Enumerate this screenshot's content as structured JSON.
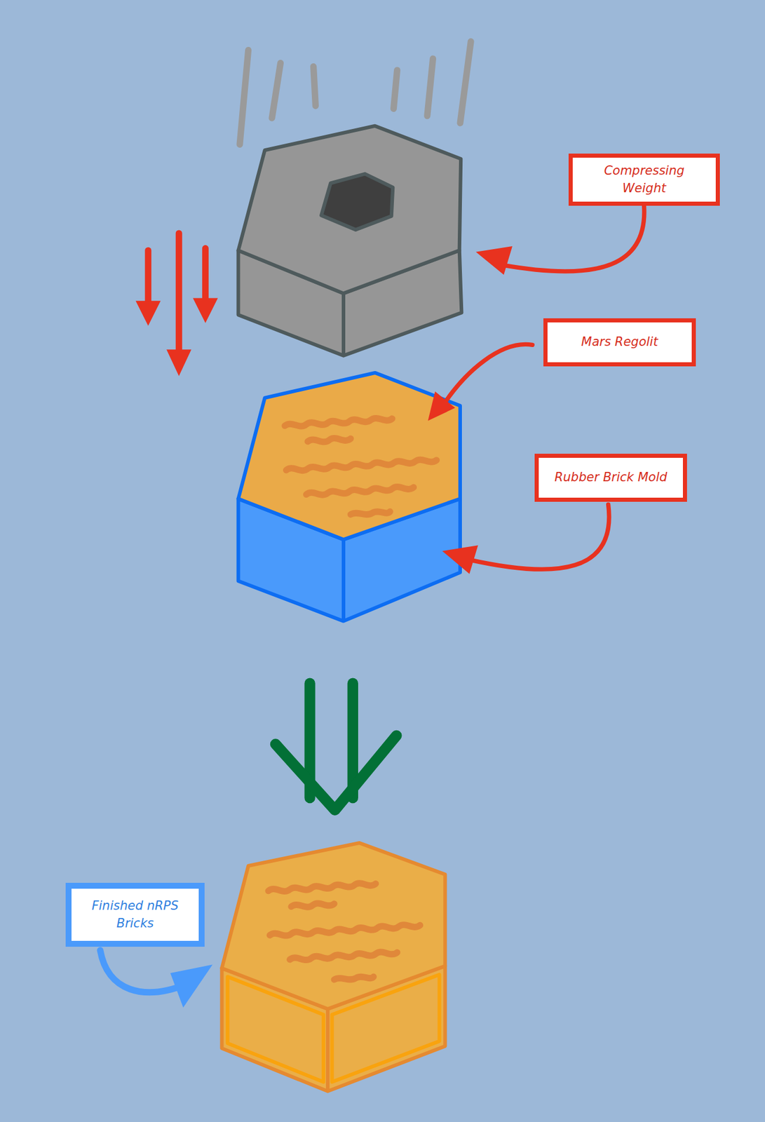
{
  "diagram": {
    "nodes": [
      {
        "text": [
          "Compressing Weight"
        ]
      },
      {
        "text": [
          "Mars Regolit"
        ]
      },
      {
        "text": [
          "Rubber Brick Mold"
        ]
      },
      {
        "text": [
          "Finished nRPS Bricks"
        ]
      }
    ]
  }
}
